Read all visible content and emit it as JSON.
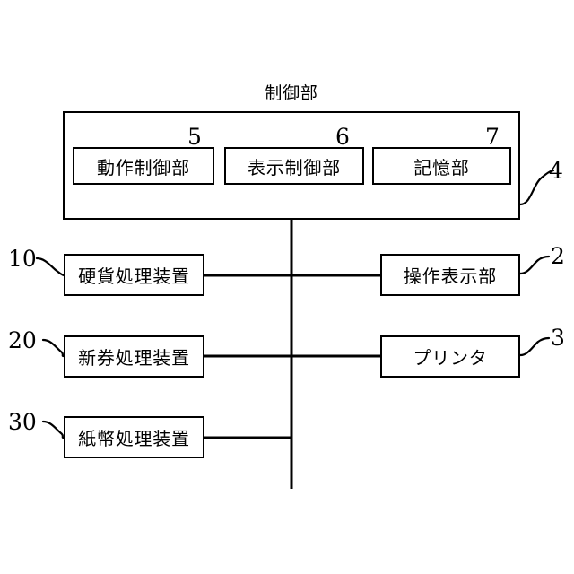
{
  "figure": {
    "title": "制御部",
    "background_color": "#ffffff",
    "line_color": "#000000"
  },
  "control_unit": {
    "label": "制御部",
    "ref": "4",
    "modules": [
      {
        "label": "動作制御部",
        "ref": "5"
      },
      {
        "label": "表示制御部",
        "ref": "6"
      },
      {
        "label": "記憶部",
        "ref": "7"
      }
    ]
  },
  "left_devices": [
    {
      "label": "硬貨処理装置",
      "ref": "10"
    },
    {
      "label": "新券処理装置",
      "ref": "20"
    },
    {
      "label": "紙幣処理装置",
      "ref": "30"
    }
  ],
  "right_devices": [
    {
      "label": "操作表示部",
      "ref": "2"
    },
    {
      "label": "プリンタ",
      "ref": "3"
    }
  ]
}
